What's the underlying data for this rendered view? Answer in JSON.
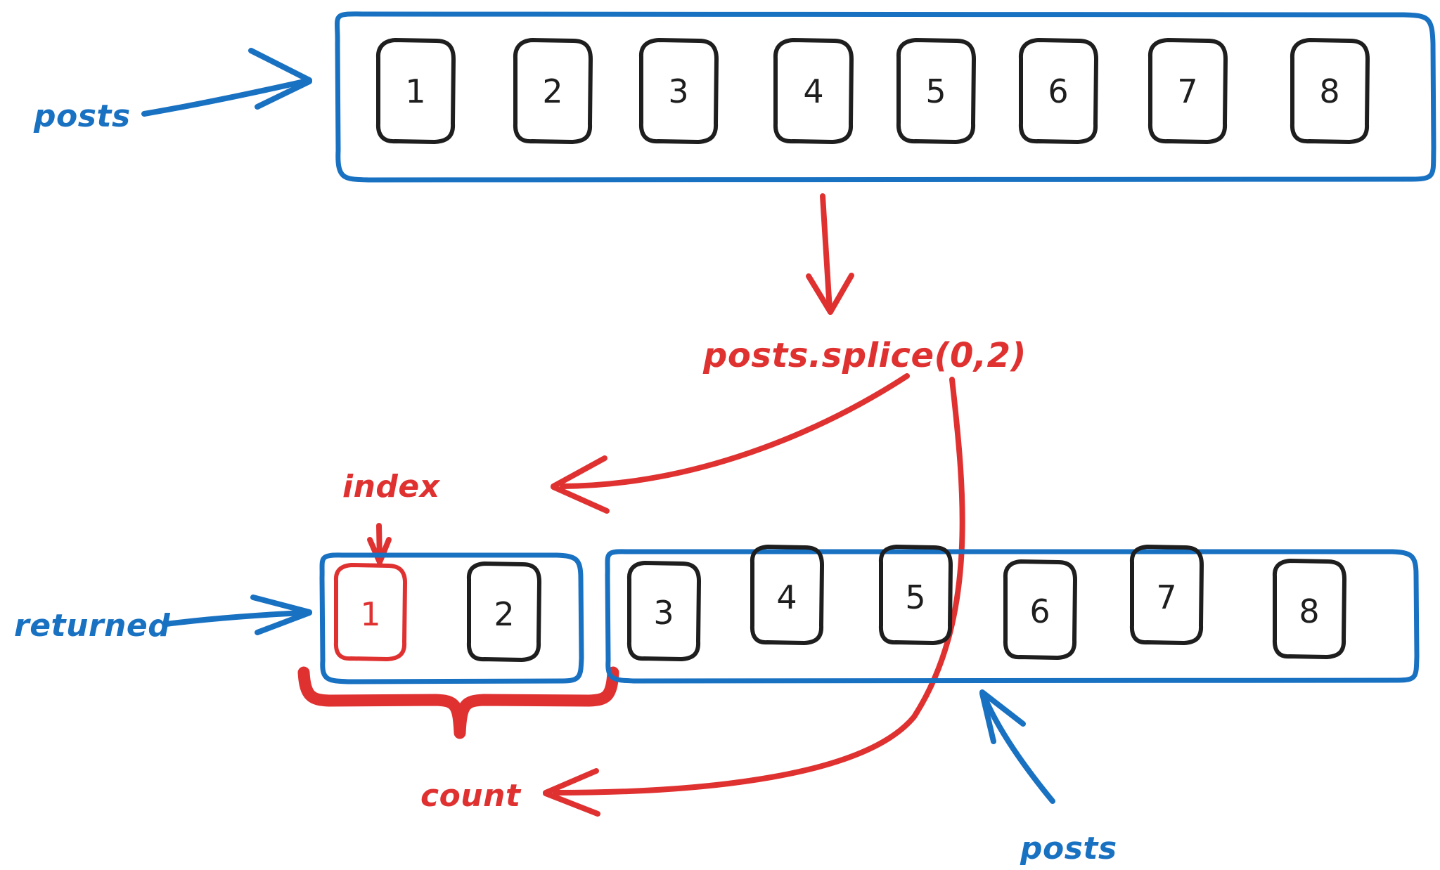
{
  "diagram": {
    "title": "Array splice operation diagram",
    "colors": {
      "blue": "#1971c2",
      "red": "#e03131",
      "ink": "#1e1e1e",
      "background": "#ffffff"
    },
    "top_array": {
      "label": "posts",
      "cells": [
        "1",
        "2",
        "3",
        "4",
        "5",
        "6",
        "7",
        "8"
      ]
    },
    "operation": {
      "label": "posts.splice(0,2)"
    },
    "annotations": {
      "index": "index",
      "count": "count"
    },
    "returned_array": {
      "label": "returned",
      "cells": [
        "1",
        "2"
      ],
      "highlighted_index": 0
    },
    "remaining_array": {
      "label": "posts",
      "cells": [
        "3",
        "4",
        "5",
        "6",
        "7",
        "8"
      ]
    }
  }
}
